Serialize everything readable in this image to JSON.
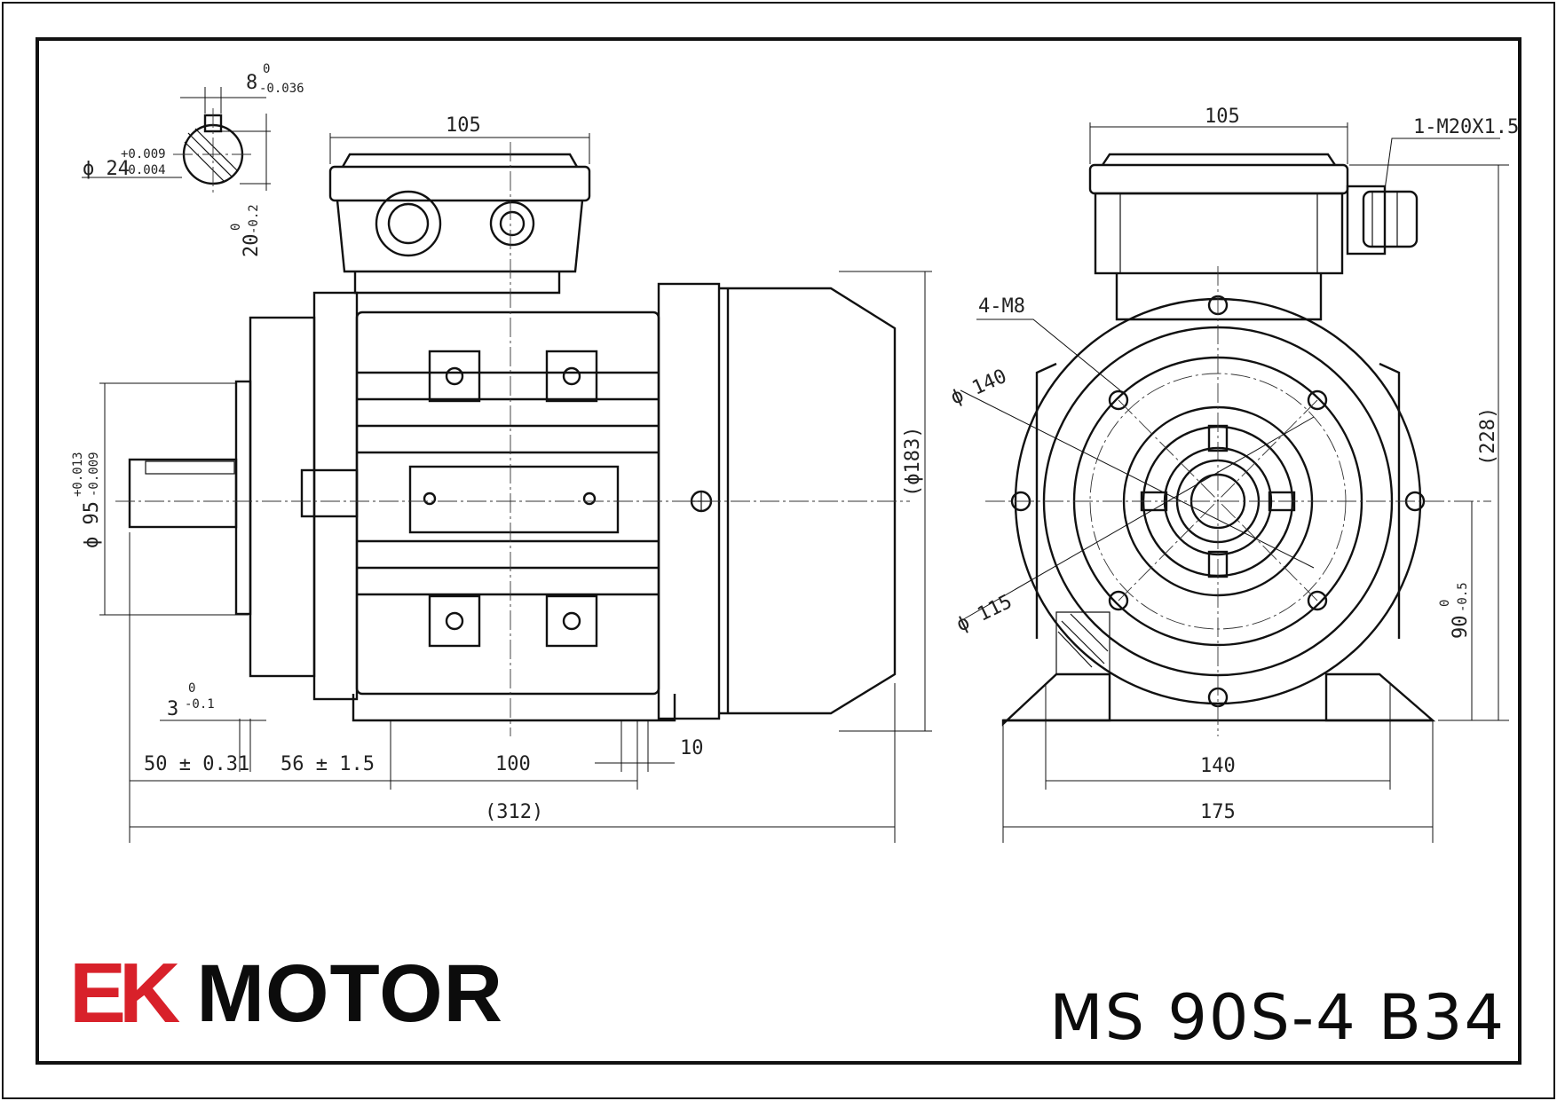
{
  "brand": {
    "mark": "EK",
    "name": "MOTOR",
    "mark_color": "#d8212a"
  },
  "model": "MS 90S-4 B34",
  "side_view": {
    "key_width": "8",
    "key_width_tol_upper": "0",
    "key_width_tol_lower": "-0.036",
    "shaft_dia": "ϕ 24",
    "shaft_dia_tol_upper": "+0.009",
    "shaft_dia_tol_lower": "-0.004",
    "key_depth": "20",
    "key_depth_tol_upper": "0",
    "key_depth_tol_lower": "-0.2",
    "terminal_box_width": "105",
    "spigot_dia": "ϕ 95",
    "spigot_tol_upper": "+0.013",
    "spigot_tol_lower": "-0.009",
    "body_dia": "(ϕ183)",
    "spigot_depth": "3",
    "spigot_depth_tol_upper": "0",
    "spigot_depth_tol_lower": "-0.1",
    "shaft_length": "50 ± 0.31",
    "shaft_to_foot": "56 ± 1.5",
    "foot_spacing": "100",
    "foot_hole": "10",
    "total_length": "(312)"
  },
  "front_view": {
    "terminal_box_width": "105",
    "cable_gland": "1-M20X1.5",
    "flange_holes": "4-M8",
    "pcd_outer": "ϕ 140",
    "pcd_inner": "ϕ 115",
    "total_height": "(228)",
    "shaft_height": "90",
    "shaft_height_tol_upper": "0",
    "shaft_height_tol_lower": "-0.5",
    "foot_hole_spacing": "140",
    "base_width": "175"
  }
}
